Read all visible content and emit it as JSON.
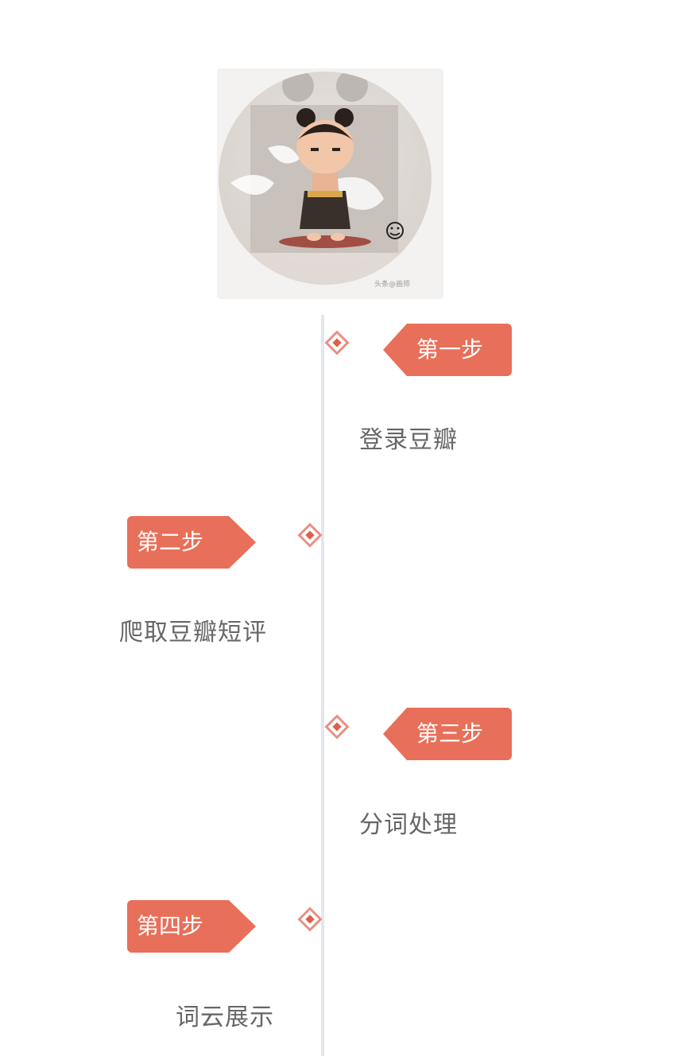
{
  "avatar": {
    "watermark": "头条@画师"
  },
  "timeline": {
    "steps": [
      {
        "tag": "第一步",
        "description": "登录豆瓣"
      },
      {
        "tag": "第二步",
        "description": "爬取豆瓣短评"
      },
      {
        "tag": "第三步",
        "description": "分词处理"
      },
      {
        "tag": "第四步",
        "description": "词云展示"
      }
    ]
  },
  "colors": {
    "accent": "#e86f59",
    "node_border": "#e88f82",
    "timeline_line": "#e3e6ef",
    "description_text": "#666666"
  }
}
